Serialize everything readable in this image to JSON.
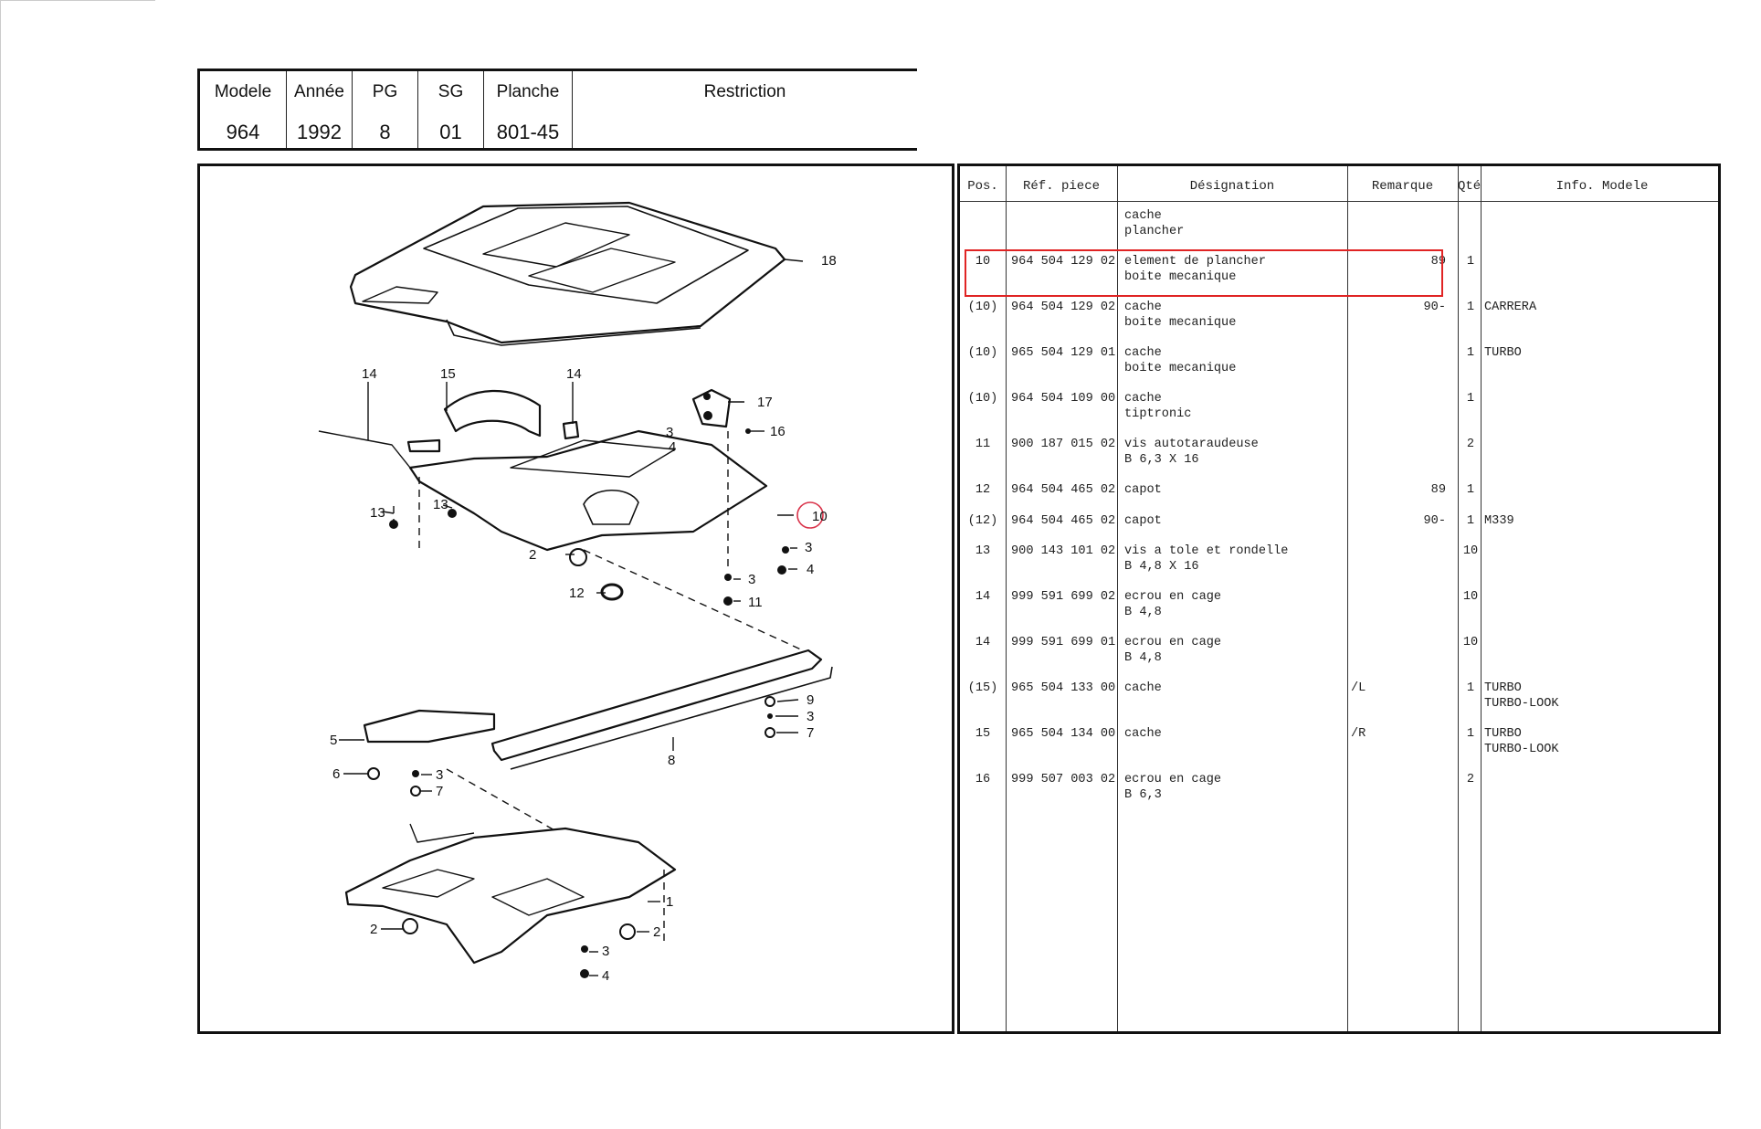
{
  "header": {
    "columns": [
      {
        "label": "Modele",
        "value": "964"
      },
      {
        "label": "Année",
        "value": "1992"
      },
      {
        "label": "PG",
        "value": "8"
      },
      {
        "label": "SG",
        "value": "01"
      },
      {
        "label": "Planche",
        "value": "801-45"
      },
      {
        "label": "Restriction",
        "value": ""
      }
    ]
  },
  "parts_table": {
    "headers": {
      "pos": "Pos.",
      "ref": "Réf. piece",
      "designation": "Désignation",
      "remarque": "Remarque",
      "qte": "Qté",
      "info": "Info. Modele"
    },
    "rows": [
      {
        "pos": "",
        "ref": "",
        "designation": [
          "cache",
          "plancher"
        ],
        "remarque": "",
        "qte": "",
        "info": []
      },
      {
        "pos": "10",
        "ref": "964 504 129 02",
        "designation": [
          "element de plancher",
          "boite mecanique"
        ],
        "remarque": "89",
        "qte": "1",
        "info": [],
        "highlighted": true
      },
      {
        "pos": "(10)",
        "ref": "964 504 129 02",
        "designation": [
          "cache",
          "boite mecanique"
        ],
        "remarque": "90-",
        "qte": "1",
        "info": [
          "CARRERA"
        ]
      },
      {
        "pos": "(10)",
        "ref": "965 504 129 01",
        "designation": [
          "cache",
          "boite mecanique"
        ],
        "remarque": "",
        "qte": "1",
        "info": [
          "TURBO"
        ]
      },
      {
        "pos": "(10)",
        "ref": "964 504 109 00",
        "designation": [
          "cache",
          "tiptronic"
        ],
        "remarque": "",
        "qte": "1",
        "info": []
      },
      {
        "pos": "11",
        "ref": "900 187 015 02",
        "designation": [
          "vis autotaraudeuse",
          "B 6,3 X 16"
        ],
        "remarque": "",
        "qte": "2",
        "info": []
      },
      {
        "pos": "12",
        "ref": "964 504 465 02",
        "designation": [
          "capot"
        ],
        "remarque": "89",
        "qte": "1",
        "info": []
      },
      {
        "pos": "(12)",
        "ref": "964 504 465 02",
        "designation": [
          "capot"
        ],
        "remarque": "90-",
        "qte": "1",
        "info": [
          "M339"
        ]
      },
      {
        "pos": "13",
        "ref": "900 143 101 02",
        "designation": [
          "vis a tole et rondelle",
          "B 4,8 X 16"
        ],
        "remarque": "",
        "qte": "10",
        "info": []
      },
      {
        "pos": "14",
        "ref": "999 591 699 02",
        "designation": [
          "ecrou en cage",
          "B 4,8"
        ],
        "remarque": "",
        "qte": "10",
        "info": []
      },
      {
        "pos": "14",
        "ref": "999 591 699 01",
        "designation": [
          "ecrou en cage",
          "B 4,8"
        ],
        "remarque": "",
        "qte": "10",
        "info": []
      },
      {
        "pos": "(15)",
        "ref": "965 504 133 00",
        "designation": [
          "cache"
        ],
        "remarque": "/L",
        "qte": "1",
        "info": [
          "TURBO",
          "TURBO-LOOK"
        ]
      },
      {
        "pos": "15",
        "ref": "965 504 134 00",
        "designation": [
          "cache"
        ],
        "remarque": "/R",
        "qte": "1",
        "info": [
          "TURBO",
          "TURBO-LOOK"
        ]
      },
      {
        "pos": "16",
        "ref": "999 507 003 02",
        "designation": [
          "ecrou en cage",
          "B 6,3"
        ],
        "remarque": "",
        "qte": "2",
        "info": []
      }
    ]
  },
  "diagram": {
    "callouts": [
      "18",
      "14",
      "15",
      "14",
      "17",
      "3",
      "16",
      "4",
      "13",
      "13",
      "10",
      "2",
      "3",
      "4",
      "12",
      "3",
      "11",
      "9",
      "3",
      "7",
      "5",
      "6",
      "3",
      "7",
      "8",
      "1",
      "2",
      "2",
      "3",
      "4"
    ],
    "circled_callout": "10"
  }
}
